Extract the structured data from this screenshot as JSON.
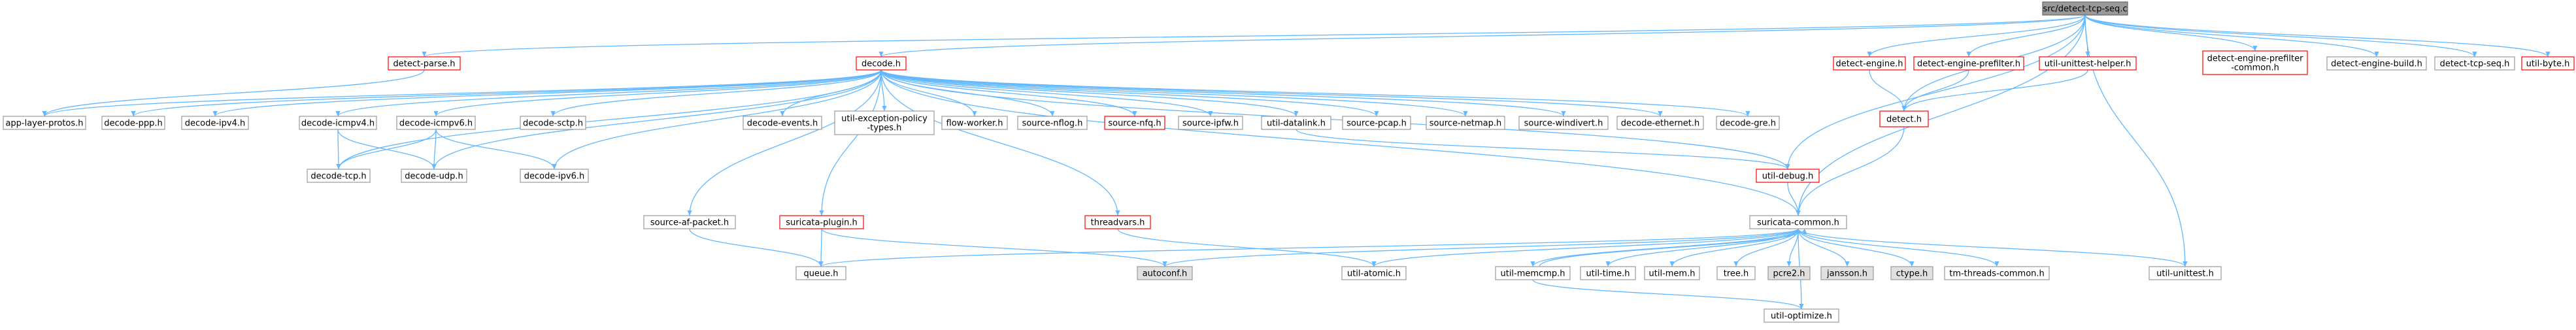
{
  "graph": {
    "root": "src/detect-tcp-seq.c",
    "colors": {
      "edge": "#63b8ff",
      "node_border": "#999999",
      "node_border_red": "#ff0000",
      "node_fill": "#ffffff",
      "root_fill": "#999999",
      "missing_fill": "#e0e0e0",
      "text": "#000000"
    },
    "nodes": [
      {
        "id": "root",
        "label": "src/detect-tcp-seq.c",
        "style": "root"
      },
      {
        "id": "detect-parse",
        "label": "detect-parse.h",
        "style": "red"
      },
      {
        "id": "decode",
        "label": "decode.h",
        "style": "red"
      },
      {
        "id": "detect-engine",
        "label": "detect-engine.h",
        "style": "red"
      },
      {
        "id": "detect-engine-prefilter",
        "label": "detect-engine-prefilter.h",
        "style": "red"
      },
      {
        "id": "util-unittest-helper",
        "label": "util-unittest-helper.h",
        "style": "red"
      },
      {
        "id": "detect-engine-prefilter-common",
        "label": "detect-engine-prefilter\n-common.h",
        "style": "red"
      },
      {
        "id": "detect-engine-build",
        "label": "detect-engine-build.h",
        "style": "normal"
      },
      {
        "id": "detect-tcp-seq",
        "label": "detect-tcp-seq.h",
        "style": "normal"
      },
      {
        "id": "util-byte",
        "label": "util-byte.h",
        "style": "red"
      },
      {
        "id": "app-layer-protos",
        "label": "app-layer-protos.h",
        "style": "normal"
      },
      {
        "id": "decode-ppp",
        "label": "decode-ppp.h",
        "style": "normal"
      },
      {
        "id": "decode-ipv4",
        "label": "decode-ipv4.h",
        "style": "normal"
      },
      {
        "id": "decode-icmpv4",
        "label": "decode-icmpv4.h",
        "style": "normal"
      },
      {
        "id": "decode-icmpv6",
        "label": "decode-icmpv6.h",
        "style": "normal"
      },
      {
        "id": "decode-sctp",
        "label": "decode-sctp.h",
        "style": "normal"
      },
      {
        "id": "decode-events",
        "label": "decode-events.h",
        "style": "normal"
      },
      {
        "id": "util-exception-policy-types",
        "label": "util-exception-policy\n-types.h",
        "style": "normal"
      },
      {
        "id": "flow-worker",
        "label": "flow-worker.h",
        "style": "normal"
      },
      {
        "id": "source-nflog",
        "label": "source-nflog.h",
        "style": "normal"
      },
      {
        "id": "source-nfq",
        "label": "source-nfq.h",
        "style": "red"
      },
      {
        "id": "source-ipfw",
        "label": "source-ipfw.h",
        "style": "normal"
      },
      {
        "id": "util-datalink",
        "label": "util-datalink.h",
        "style": "normal"
      },
      {
        "id": "source-pcap",
        "label": "source-pcap.h",
        "style": "normal"
      },
      {
        "id": "source-netmap",
        "label": "source-netmap.h",
        "style": "normal"
      },
      {
        "id": "source-windivert",
        "label": "source-windivert.h",
        "style": "normal"
      },
      {
        "id": "decode-ethernet",
        "label": "decode-ethernet.h",
        "style": "normal"
      },
      {
        "id": "decode-gre",
        "label": "decode-gre.h",
        "style": "normal"
      },
      {
        "id": "detect",
        "label": "detect.h",
        "style": "red"
      },
      {
        "id": "decode-tcp",
        "label": "decode-tcp.h",
        "style": "normal"
      },
      {
        "id": "decode-udp",
        "label": "decode-udp.h",
        "style": "normal"
      },
      {
        "id": "decode-ipv6",
        "label": "decode-ipv6.h",
        "style": "normal"
      },
      {
        "id": "util-debug",
        "label": "util-debug.h",
        "style": "red"
      },
      {
        "id": "source-af-packet",
        "label": "source-af-packet.h",
        "style": "normal"
      },
      {
        "id": "suricata-plugin",
        "label": "suricata-plugin.h",
        "style": "red"
      },
      {
        "id": "threadvars",
        "label": "threadvars.h",
        "style": "red"
      },
      {
        "id": "suricata-common",
        "label": "suricata-common.h",
        "style": "normal"
      },
      {
        "id": "queue",
        "label": "queue.h",
        "style": "normal"
      },
      {
        "id": "autoconf",
        "label": "autoconf.h",
        "style": "missing"
      },
      {
        "id": "util-atomic",
        "label": "util-atomic.h",
        "style": "normal"
      },
      {
        "id": "util-memcmp",
        "label": "util-memcmp.h",
        "style": "normal"
      },
      {
        "id": "util-time",
        "label": "util-time.h",
        "style": "normal"
      },
      {
        "id": "util-mem",
        "label": "util-mem.h",
        "style": "normal"
      },
      {
        "id": "tree",
        "label": "tree.h",
        "style": "normal"
      },
      {
        "id": "pcre2",
        "label": "pcre2.h",
        "style": "missing"
      },
      {
        "id": "jansson",
        "label": "jansson.h",
        "style": "missing"
      },
      {
        "id": "ctype",
        "label": "ctype.h",
        "style": "missing"
      },
      {
        "id": "tm-threads-common",
        "label": "tm-threads-common.h",
        "style": "normal"
      },
      {
        "id": "util-unittest",
        "label": "util-unittest.h",
        "style": "normal"
      },
      {
        "id": "util-optimize",
        "label": "util-optimize.h",
        "style": "normal"
      }
    ],
    "edges": [
      [
        "root",
        "detect-parse"
      ],
      [
        "root",
        "decode"
      ],
      [
        "root",
        "detect-engine"
      ],
      [
        "root",
        "detect-engine-prefilter"
      ],
      [
        "root",
        "util-unittest-helper"
      ],
      [
        "root",
        "detect-engine-prefilter-common"
      ],
      [
        "root",
        "detect-engine-build"
      ],
      [
        "root",
        "detect-tcp-seq"
      ],
      [
        "root",
        "util-byte"
      ],
      [
        "root",
        "detect"
      ],
      [
        "root",
        "suricata-common"
      ],
      [
        "root",
        "util-debug"
      ],
      [
        "root",
        "util-unittest"
      ],
      [
        "detect-parse",
        "app-layer-protos"
      ],
      [
        "decode",
        "app-layer-protos"
      ],
      [
        "decode",
        "decode-ppp"
      ],
      [
        "decode",
        "decode-ipv4"
      ],
      [
        "decode",
        "decode-icmpv4"
      ],
      [
        "decode",
        "decode-icmpv6"
      ],
      [
        "decode",
        "decode-sctp"
      ],
      [
        "decode",
        "decode-events"
      ],
      [
        "decode",
        "util-exception-policy-types"
      ],
      [
        "decode",
        "flow-worker"
      ],
      [
        "decode",
        "source-nflog"
      ],
      [
        "decode",
        "source-nfq"
      ],
      [
        "decode",
        "source-ipfw"
      ],
      [
        "decode",
        "util-datalink"
      ],
      [
        "decode",
        "source-pcap"
      ],
      [
        "decode",
        "source-netmap"
      ],
      [
        "decode",
        "source-windivert"
      ],
      [
        "decode",
        "decode-ethernet"
      ],
      [
        "decode",
        "decode-gre"
      ],
      [
        "decode",
        "decode-tcp"
      ],
      [
        "decode",
        "decode-udp"
      ],
      [
        "decode",
        "decode-ipv6"
      ],
      [
        "decode",
        "util-debug"
      ],
      [
        "decode",
        "source-af-packet"
      ],
      [
        "decode",
        "suricata-plugin"
      ],
      [
        "decode",
        "threadvars"
      ],
      [
        "decode",
        "suricata-common"
      ],
      [
        "decode-icmpv4",
        "decode-tcp"
      ],
      [
        "decode-icmpv4",
        "decode-udp"
      ],
      [
        "decode-icmpv6",
        "decode-tcp"
      ],
      [
        "decode-icmpv6",
        "decode-udp"
      ],
      [
        "decode-icmpv6",
        "decode-ipv6"
      ],
      [
        "util-datalink",
        "util-debug"
      ],
      [
        "detect-engine",
        "detect"
      ],
      [
        "detect-engine-prefilter",
        "detect"
      ],
      [
        "util-unittest-helper",
        "detect"
      ],
      [
        "detect",
        "suricata-common"
      ],
      [
        "util-debug",
        "suricata-common"
      ],
      [
        "source-af-packet",
        "queue"
      ],
      [
        "suricata-plugin",
        "queue"
      ],
      [
        "suricata-plugin",
        "autoconf"
      ],
      [
        "threadvars",
        "util-atomic"
      ],
      [
        "suricata-common",
        "queue"
      ],
      [
        "suricata-common",
        "autoconf"
      ],
      [
        "suricata-common",
        "util-atomic"
      ],
      [
        "suricata-common",
        "util-memcmp"
      ],
      [
        "suricata-common",
        "util-time"
      ],
      [
        "suricata-common",
        "util-mem"
      ],
      [
        "suricata-common",
        "tree"
      ],
      [
        "suricata-common",
        "pcre2"
      ],
      [
        "suricata-common",
        "jansson"
      ],
      [
        "suricata-common",
        "ctype"
      ],
      [
        "suricata-common",
        "tm-threads-common"
      ],
      [
        "suricata-common",
        "util-unittest"
      ],
      [
        "suricata-common",
        "util-optimize"
      ],
      [
        "util-memcmp",
        "suricata-common"
      ],
      [
        "util-memcmp",
        "util-optimize"
      ]
    ]
  }
}
